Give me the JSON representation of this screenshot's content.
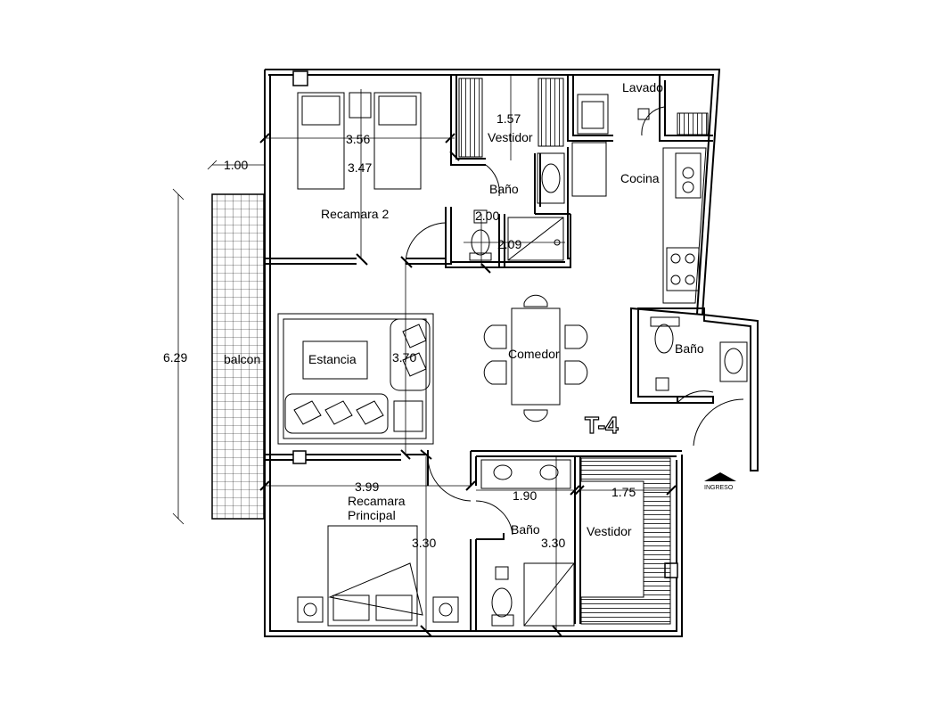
{
  "unit_code": "T-4",
  "entrance_label": "INGRESO",
  "rooms": {
    "bedroom2": "Recamara 2",
    "closet_top": "Vestidor",
    "laundry": "Lavado",
    "kitchen": "Cocina",
    "bath_top": "Baño",
    "bath_right": "Baño",
    "bath_bottom": "Baño",
    "living": "Estancia",
    "dining": "Comedor",
    "master_line1": "Recamara",
    "master_line2": "Principal",
    "closet_bottom": "Vestidor",
    "balcony": "balcon"
  },
  "dimensions": {
    "total_height": "6.29",
    "balcony_offset": "1.00",
    "bed2_width": "3.56",
    "bed2_depth": "3.47",
    "closet_top_width": "1.57",
    "bath_top_a": "2.00",
    "bath_top_b": "2.09",
    "living_depth": "3.70",
    "master_width": "3.99",
    "master_depth": "3.30",
    "bath_bottom_width": "1.90",
    "bath_bottom_depth": "3.30",
    "closet_bottom_width": "1.75"
  },
  "colors": {
    "line": "#000000",
    "background": "#ffffff"
  }
}
